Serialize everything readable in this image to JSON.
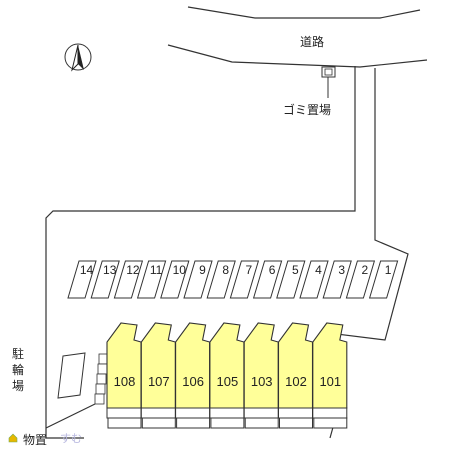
{
  "map": {
    "road_label": "道路",
    "garbage_label": "ゴミ置場",
    "bicycle_label": "駐輪場",
    "storage_label": "物置",
    "watermark": "すむ"
  },
  "parking": {
    "slots": [
      "14",
      "13",
      "12",
      "11",
      "10",
      "9",
      "8",
      "7",
      "6",
      "5",
      "4",
      "3",
      "2",
      "1"
    ]
  },
  "units": {
    "labels": [
      "108",
      "107",
      "106",
      "105",
      "103",
      "102",
      "101"
    ],
    "fill": "#ffff99",
    "stroke": "#333333"
  },
  "colors": {
    "line": "#333333",
    "background": "#ffffff"
  }
}
